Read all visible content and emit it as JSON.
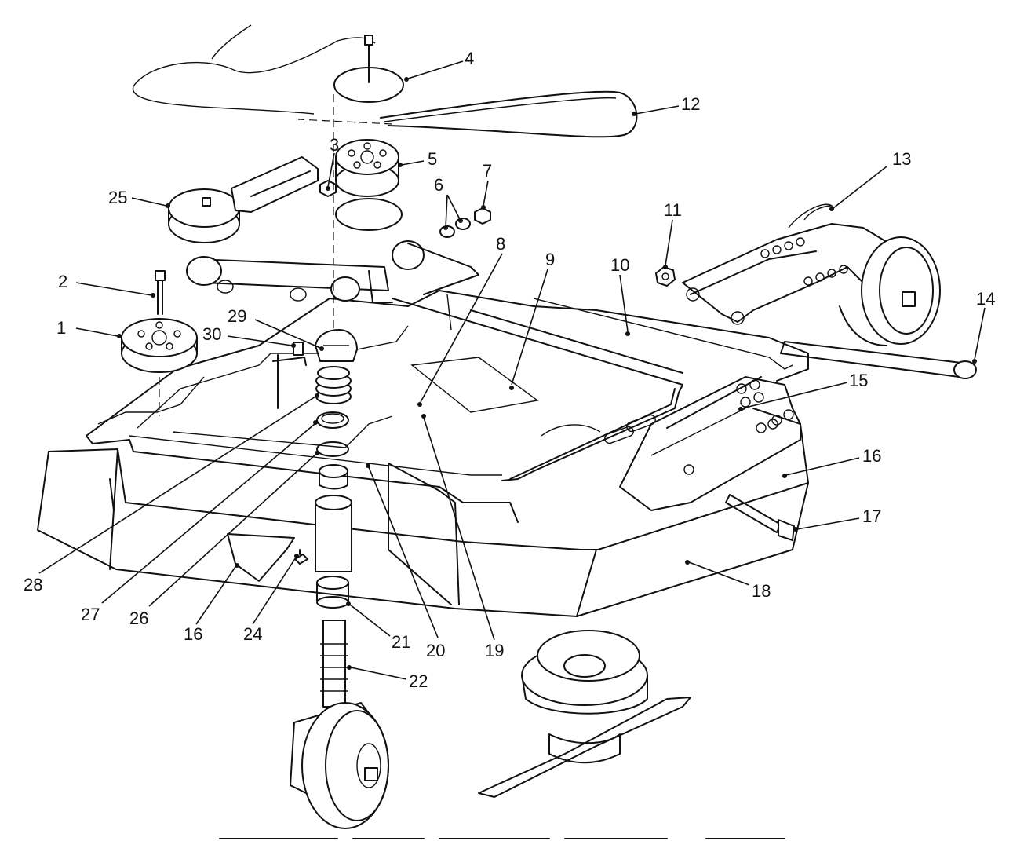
{
  "diagram": {
    "callouts": [
      {
        "id": "c1",
        "label": "1"
      },
      {
        "id": "c2",
        "label": "2"
      },
      {
        "id": "c3",
        "label": "3"
      },
      {
        "id": "c4",
        "label": "4"
      },
      {
        "id": "c5",
        "label": "5"
      },
      {
        "id": "c6",
        "label": "6"
      },
      {
        "id": "c7",
        "label": "7"
      },
      {
        "id": "c8",
        "label": "8"
      },
      {
        "id": "c9",
        "label": "9"
      },
      {
        "id": "c10",
        "label": "10"
      },
      {
        "id": "c11",
        "label": "11"
      },
      {
        "id": "c12",
        "label": "12"
      },
      {
        "id": "c13",
        "label": "13"
      },
      {
        "id": "c14",
        "label": "14"
      },
      {
        "id": "c15",
        "label": "15"
      },
      {
        "id": "c16a",
        "label": "16"
      },
      {
        "id": "c16b",
        "label": "16"
      },
      {
        "id": "c17",
        "label": "17"
      },
      {
        "id": "c18",
        "label": "18"
      },
      {
        "id": "c19",
        "label": "19"
      },
      {
        "id": "c20",
        "label": "20"
      },
      {
        "id": "c21",
        "label": "21"
      },
      {
        "id": "c22",
        "label": "22"
      },
      {
        "id": "c24",
        "label": "24"
      },
      {
        "id": "c25",
        "label": "25"
      },
      {
        "id": "c26",
        "label": "26"
      },
      {
        "id": "c27",
        "label": "27"
      },
      {
        "id": "c28",
        "label": "28"
      },
      {
        "id": "c29",
        "label": "29"
      },
      {
        "id": "c30",
        "label": "30"
      }
    ]
  }
}
